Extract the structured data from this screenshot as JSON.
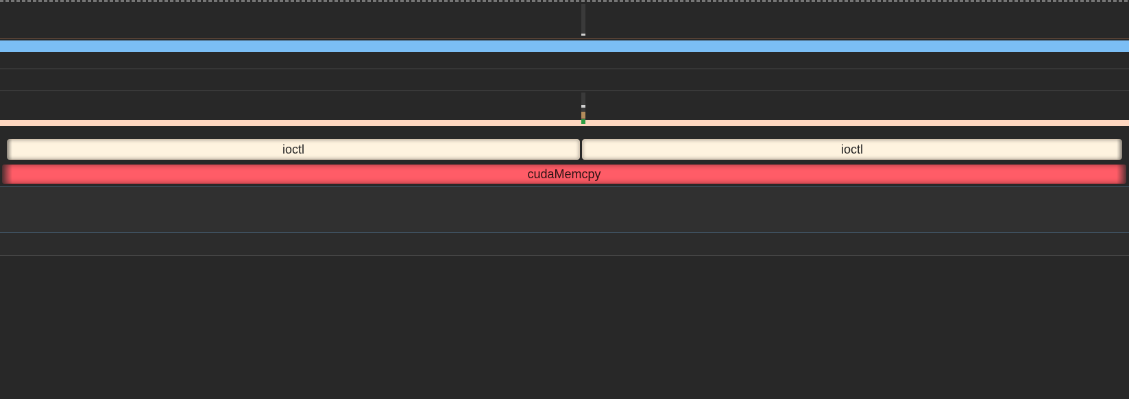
{
  "timeline": {
    "events": {
      "ioctl_left": "ioctl",
      "ioctl_right": "ioctl",
      "cuda": "cudaMemcpy"
    }
  },
  "colors": {
    "background": "#282828",
    "blue_band": "#7bbef5",
    "peach_band": "#fed7c0",
    "ioctl_event": "#fef3df",
    "cuda_event": "#ff5c67",
    "marker_green": "#2f9e44",
    "marker_brown": "#b28b5b"
  }
}
